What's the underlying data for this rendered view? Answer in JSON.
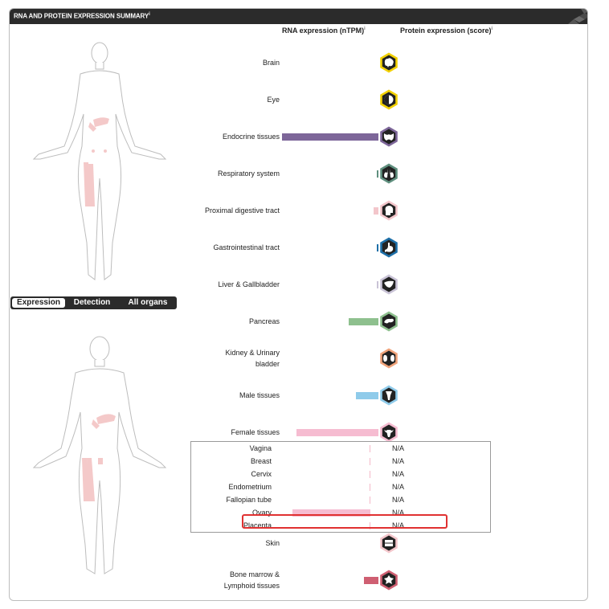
{
  "header": {
    "title": "RNA AND PROTEIN EXPRESSION SUMMARY",
    "info_mark": "i"
  },
  "columns": {
    "rna": "RNA expression (nTPM)",
    "protein": "Protein expression (score)",
    "info_mark": "i"
  },
  "tabs": [
    {
      "label": "Expression",
      "active": true
    },
    {
      "label": "Detection",
      "active": false
    },
    {
      "label": "All organs",
      "active": false
    }
  ],
  "tissues": [
    {
      "label_lines": [
        "Brain"
      ],
      "icon": "brain-icon",
      "color": "#f2d000",
      "level": 0
    },
    {
      "label_lines": [
        "Eye"
      ],
      "icon": "eye-icon",
      "color": "#f2d000",
      "level": 0
    },
    {
      "label_lines": [
        "Endocrine tissues"
      ],
      "icon": "thyroid-icon",
      "color": "#7d6699",
      "level": 1.0
    },
    {
      "label_lines": [
        "Respiratory system"
      ],
      "icon": "lungs-icon",
      "color": "#5f8f7e",
      "level": 0.02
    },
    {
      "label_lines": [
        "Proximal digestive tract"
      ],
      "icon": "head-icon",
      "color": "#f3c6cb",
      "level": 0.05
    },
    {
      "label_lines": [
        "Gastrointestinal tract"
      ],
      "icon": "stomach-icon",
      "color": "#1d6fa8",
      "level": 0.02
    },
    {
      "label_lines": [
        "Liver & Gallbladder"
      ],
      "icon": "liver-icon",
      "color": "#c9c3d6",
      "level": 0.02
    },
    {
      "label_lines": [
        "Pancreas"
      ],
      "icon": "pancreas-icon",
      "color": "#8ec08e",
      "level": 0.31
    },
    {
      "label_lines": [
        "Kidney & Urinary",
        "bladder"
      ],
      "icon": "kidney-icon",
      "color": "#f0a37a",
      "level": 0
    },
    {
      "label_lines": [
        "Male tissues"
      ],
      "icon": "male-icon",
      "color": "#8fcbea",
      "level": 0.23
    },
    {
      "label_lines": [
        "Female tissues"
      ],
      "icon": "uterus-icon",
      "color": "#f6bcd1",
      "level": 0.85
    },
    {
      "label_lines": [
        "Skin"
      ],
      "icon": "skin-icon",
      "color": "#f3c6cb",
      "level": 0
    },
    {
      "label_lines": [
        "Bone marrow &",
        "Lymphoid tissues"
      ],
      "icon": "lymph-icon",
      "color": "#cf5f72",
      "level": 0.15
    }
  ],
  "female_subtissues": [
    {
      "label": "Vagina",
      "protein": "N/A",
      "level": 0
    },
    {
      "label": "Breast",
      "protein": "N/A",
      "level": 0
    },
    {
      "label": "Cervix",
      "protein": "N/A",
      "level": 0
    },
    {
      "label": "Endometrium",
      "protein": "N/A",
      "level": 0
    },
    {
      "label": "Fallopian tube",
      "protein": "N/A",
      "level": 0
    },
    {
      "label": "Ovary",
      "protein": "N/A",
      "level": 0.85,
      "highlighted": true
    },
    {
      "label": "Placenta",
      "protein": "N/A",
      "level": 0
    }
  ],
  "colors": {
    "header_bg": "#2b2b2b",
    "highlight": "#e03131"
  }
}
